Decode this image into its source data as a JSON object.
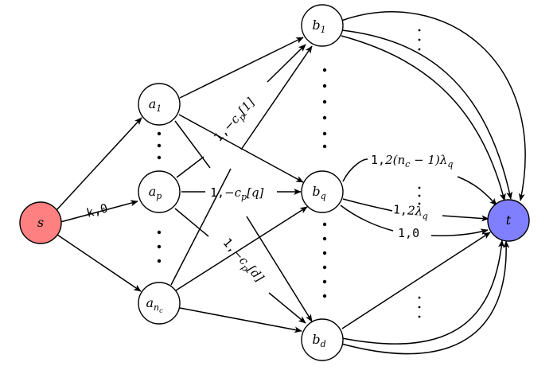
{
  "colors": {
    "source_fill": "#ff8080",
    "sink_fill": "#8080ff",
    "node_fill": "#ffffff",
    "edge": "#000000"
  },
  "nodes": {
    "s": {
      "label": "s"
    },
    "t": {
      "label": "t"
    },
    "a1": {
      "label": "a",
      "sub": "1"
    },
    "ap": {
      "label": "a",
      "sub": "p"
    },
    "anc": {
      "label": "a",
      "sub": "n",
      "subsub": "c"
    },
    "b1": {
      "label": "b",
      "sub": "1"
    },
    "bq": {
      "label": "b",
      "sub": "q"
    },
    "bd": {
      "label": "b",
      "sub": "d"
    }
  },
  "edge_labels": {
    "s_a": {
      "cap": "k",
      "cost": "0"
    },
    "ap_b1": {
      "cap": "1",
      "cost": "−c",
      "sub": "p",
      "idx": "[1]"
    },
    "ap_bq": {
      "cap": "1",
      "cost": "−c",
      "sub": "p",
      "idx": "[q]"
    },
    "ap_bd": {
      "cap": "1",
      "cost": "−c",
      "sub": "p",
      "idx": "[d]"
    },
    "bq_t_top": {
      "cap": "1",
      "cost": "2(n",
      "sub": "c",
      "rest": " − 1)λ",
      "sub2": "q"
    },
    "bq_t_mid": {
      "cap": "1",
      "cost": "2λ",
      "sub": "q"
    },
    "bq_t_bot": {
      "cap": "1",
      "cost": "0"
    }
  }
}
